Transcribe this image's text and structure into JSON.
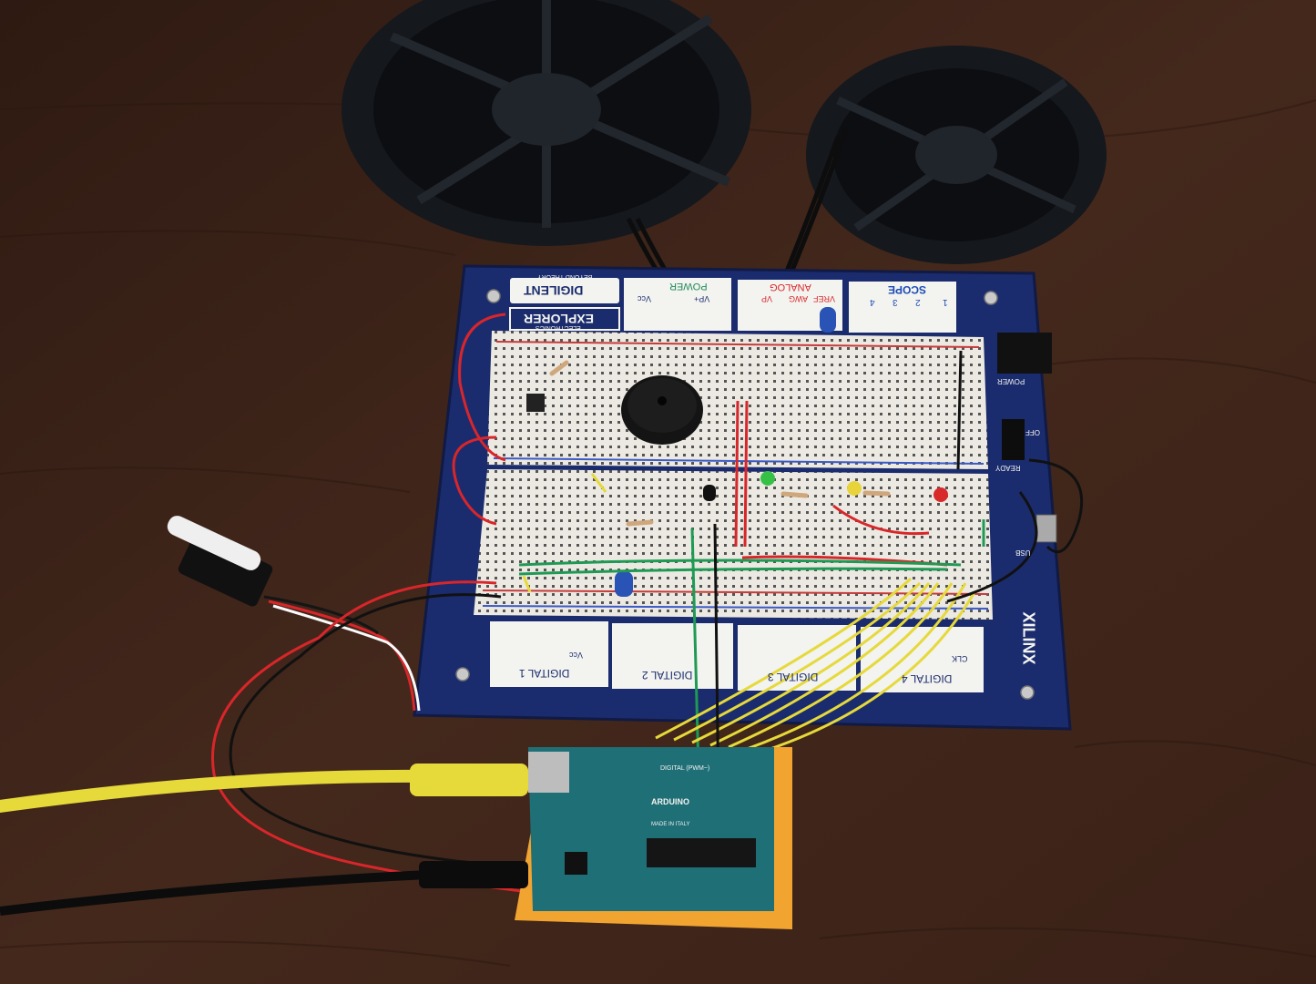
{
  "board": {
    "brand": "DIGILENT",
    "tagline": "BEYOND THEORY",
    "product": "EXPLORER",
    "product_sub": "ELECTRONICS",
    "headers_top": [
      "POWER",
      "ANALOG",
      "SCOPE"
    ],
    "power_pins": [
      "Vcc",
      "VP+"
    ],
    "analog_pins": [
      "VREF",
      "AWG",
      "VP"
    ],
    "scope_channels": [
      "1",
      "2",
      "3",
      "4"
    ],
    "side_labels": [
      "POWER",
      "OFF",
      "READY",
      "USB"
    ],
    "headers_bottom": [
      "DIGITAL 1",
      "DIGITAL 2",
      "DIGITAL 3",
      "DIGITAL 4"
    ],
    "digital_vcc": "Vcc",
    "digital_clk": "CLK",
    "maker": "XILINX"
  },
  "arduino": {
    "name": "ARDUINO",
    "made_in": "MADE IN ITALY",
    "digital_label": "DIGITAL (PWM~)"
  },
  "colors": {
    "table": "#3a2218",
    "board_blue": "#1b2c6e",
    "breadboard": "#ece9e2",
    "arduino_teal": "#1f6f77",
    "wire_yellow": "#e6d93a",
    "wire_red": "#d8262a",
    "wire_green": "#1f9a55"
  }
}
